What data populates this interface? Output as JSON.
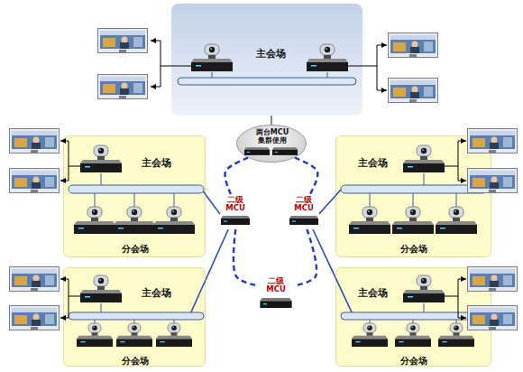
{
  "diagram": {
    "nodes": [
      {
        "text": [
          "主会场"
        ]
      },
      {
        "text": [
          "两台MCU 集群使用"
        ]
      },
      {
        "text": [
          "主会场",
          "分会场"
        ]
      },
      {
        "text": [
          "主会场",
          "分会场"
        ]
      },
      {
        "text": [
          "二级 MCU"
        ]
      },
      {
        "text": [
          "二级 MCU"
        ]
      },
      {
        "text": [
          "二级 MCU"
        ]
      },
      {
        "text": [
          "主会场",
          "分会场"
        ]
      },
      {
        "text": [
          "主会场",
          "分会场"
        ]
      }
    ],
    "edges": [
      {
        "from": 0,
        "to": 1,
        "arrow": "none"
      },
      {
        "from": 1,
        "to": 4,
        "arrow": "none"
      },
      {
        "from": 1,
        "to": 5,
        "arrow": "none"
      },
      {
        "from": 4,
        "to": 6,
        "arrow": "none"
      },
      {
        "from": 5,
        "to": 6,
        "arrow": "none"
      },
      {
        "from": 4,
        "to": 2,
        "arrow": "none"
      },
      {
        "from": 4,
        "to": 7,
        "arrow": "none"
      },
      {
        "from": 5,
        "to": 3,
        "arrow": "none"
      },
      {
        "from": 5,
        "to": 8,
        "arrow": "none"
      }
    ]
  }
}
